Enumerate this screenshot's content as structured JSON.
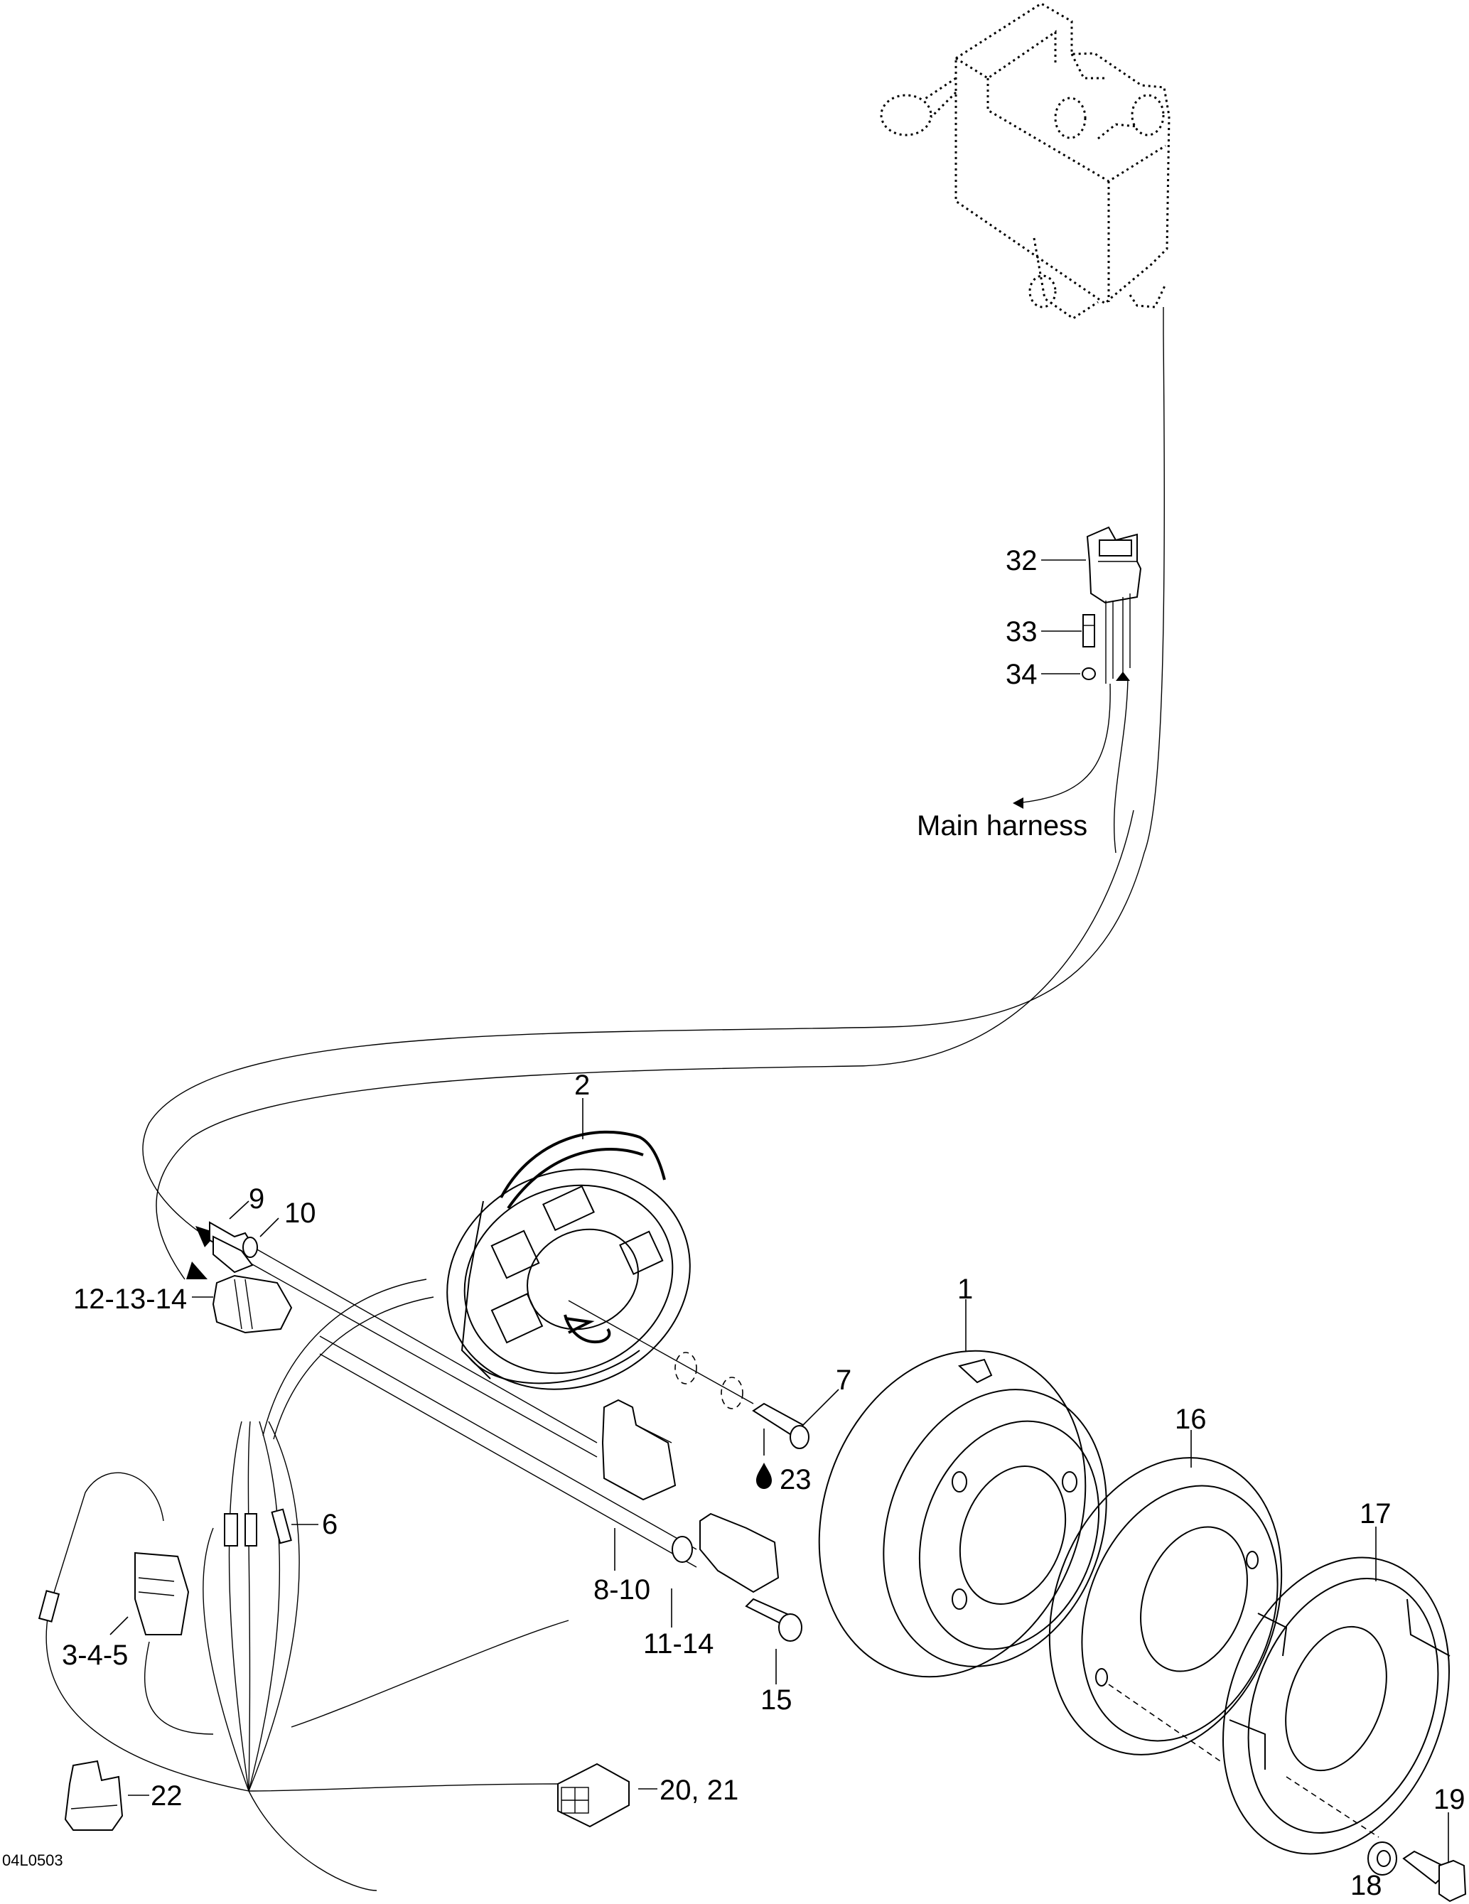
{
  "figure": {
    "reference_code": "04L0503",
    "note_main_harness": "Main harness"
  },
  "callouts": [
    {
      "id": "c1",
      "label": "1"
    },
    {
      "id": "c2",
      "label": "2"
    },
    {
      "id": "c3",
      "label": "3-4-5"
    },
    {
      "id": "c6",
      "label": "6"
    },
    {
      "id": "c7",
      "label": "7"
    },
    {
      "id": "c8",
      "label": "8-10"
    },
    {
      "id": "c9",
      "label": "9"
    },
    {
      "id": "c10",
      "label": "10"
    },
    {
      "id": "c11",
      "label": "11-14"
    },
    {
      "id": "c12",
      "label": "12-13-14"
    },
    {
      "id": "c15",
      "label": "15"
    },
    {
      "id": "c16",
      "label": "16"
    },
    {
      "id": "c17",
      "label": "17"
    },
    {
      "id": "c18",
      "label": "18"
    },
    {
      "id": "c19",
      "label": "19"
    },
    {
      "id": "c20",
      "label": "20, 21"
    },
    {
      "id": "c22",
      "label": "22"
    },
    {
      "id": "c23",
      "label": "23",
      "icon": "drop-icon"
    },
    {
      "id": "c32",
      "label": "32"
    },
    {
      "id": "c33",
      "label": "33"
    },
    {
      "id": "c34",
      "label": "34"
    }
  ]
}
